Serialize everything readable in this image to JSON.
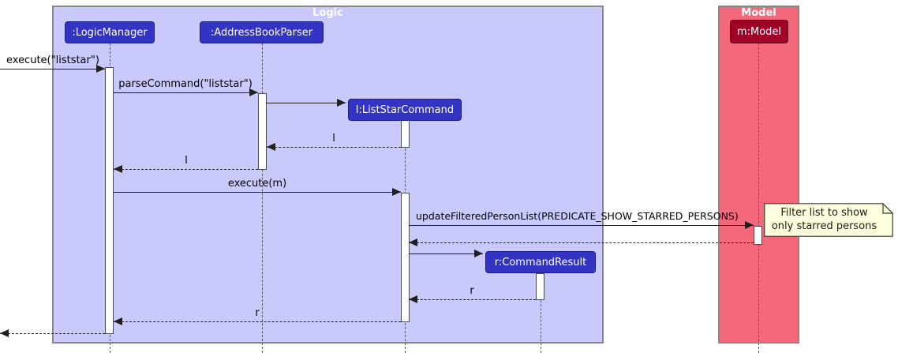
{
  "diagram": {
    "type": "uml-sequence-diagram",
    "title_frames": [
      {
        "id": "logic",
        "title": "Logic"
      },
      {
        "id": "model",
        "title": "Model"
      }
    ],
    "participants": [
      {
        "id": "logicmanager",
        "label": ":LogicManager"
      },
      {
        "id": "addressbookparser",
        "label": ":AddressBookParser"
      },
      {
        "id": "liststarcommand",
        "label": "l:ListStarCommand"
      },
      {
        "id": "commandresult",
        "label": "r:CommandResult"
      },
      {
        "id": "model",
        "label": "m:Model"
      }
    ],
    "messages": [
      {
        "label": "execute(\"liststar\")",
        "kind": "call",
        "from": "outside",
        "to": "logicmanager"
      },
      {
        "label": "parseCommand(\"liststar\")",
        "kind": "call",
        "from": "logicmanager",
        "to": "addressbookparser"
      },
      {
        "label": "",
        "kind": "create",
        "from": "addressbookparser",
        "to": "liststarcommand"
      },
      {
        "label": "l",
        "kind": "return",
        "from": "liststarcommand",
        "to": "addressbookparser"
      },
      {
        "label": "l",
        "kind": "return",
        "from": "addressbookparser",
        "to": "logicmanager"
      },
      {
        "label": "execute(m)",
        "kind": "call",
        "from": "logicmanager",
        "to": "liststarcommand"
      },
      {
        "label": "updateFilteredPersonList(PREDICATE_SHOW_STARRED_PERSONS)",
        "kind": "call",
        "from": "liststarcommand",
        "to": "model"
      },
      {
        "label": "",
        "kind": "return",
        "from": "model",
        "to": "liststarcommand"
      },
      {
        "label": "",
        "kind": "create",
        "from": "liststarcommand",
        "to": "commandresult"
      },
      {
        "label": "r",
        "kind": "return",
        "from": "commandresult",
        "to": "liststarcommand"
      },
      {
        "label": "r",
        "kind": "return",
        "from": "liststarcommand",
        "to": "logicmanager"
      },
      {
        "label": "",
        "kind": "return",
        "from": "logicmanager",
        "to": "outside"
      }
    ],
    "note": {
      "lines": [
        "Filter list to show",
        "only starred persons"
      ]
    },
    "colors": {
      "logic_frame_bg": "#C9C9FB",
      "model_frame_bg": "#F4687C",
      "frame_border": "#888888",
      "frame_title_text": "#FFFFFF",
      "participant_bg": "#3333C4",
      "participant_border": "#1A1A8C",
      "participant_text": "#FFFFFF",
      "model_participant_bg": "#A00028",
      "model_participant_border": "#5A0018",
      "note_bg": "#FEFFDD",
      "note_border": "#3A3A3A",
      "message_text": "#000000",
      "line": "#1F1F1F"
    }
  }
}
